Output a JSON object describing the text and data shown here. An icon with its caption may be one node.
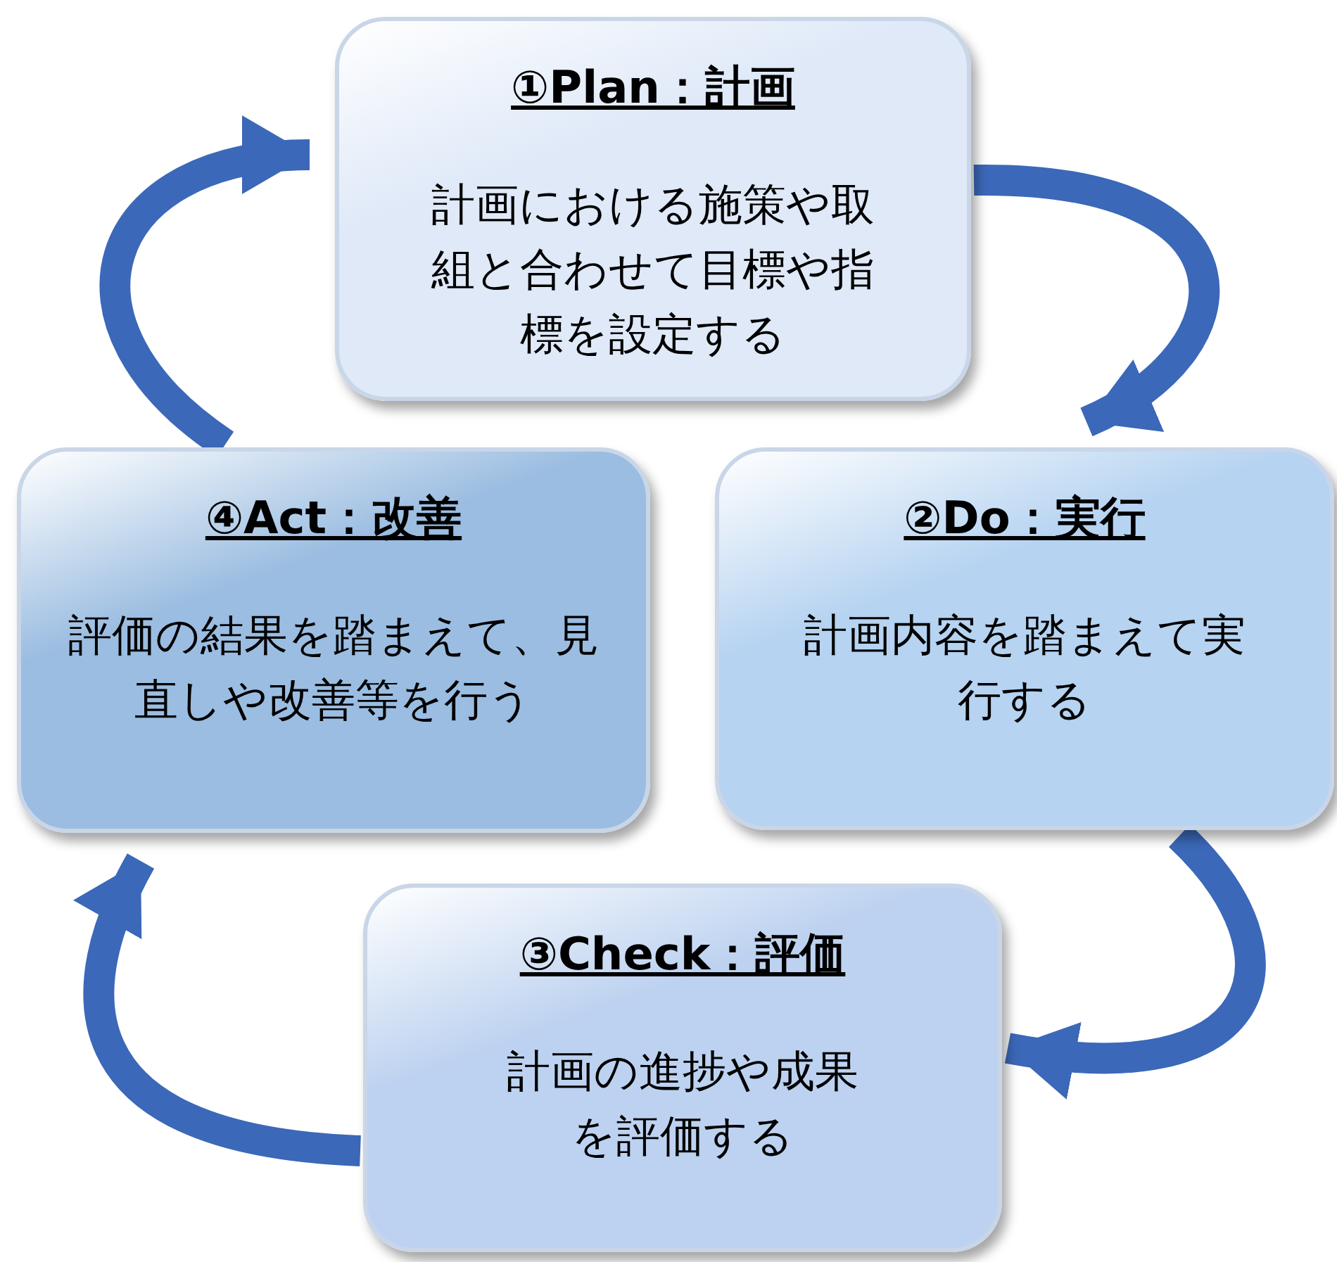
{
  "diagram": {
    "nodes": [
      {
        "text": [
          "①Plan：計画",
          "計画における施策や取組と合わせて目標や指標を設定する"
        ]
      },
      {
        "text": [
          "②Do：実行",
          "計画内容を踏まえて実行する"
        ]
      },
      {
        "text": [
          "③Check：評価",
          "計画の進捗や成果を評価する"
        ]
      },
      {
        "text": [
          "④Act：改善",
          "評価の結果を踏まえて、見直しや改善等を行う"
        ]
      }
    ],
    "edges": [
      {
        "from": 0,
        "to": 1,
        "arrow": "to"
      },
      {
        "from": 1,
        "to": 2,
        "arrow": "to"
      },
      {
        "from": 2,
        "to": 3,
        "arrow": "to"
      },
      {
        "from": 3,
        "to": 0,
        "arrow": "to"
      }
    ]
  }
}
